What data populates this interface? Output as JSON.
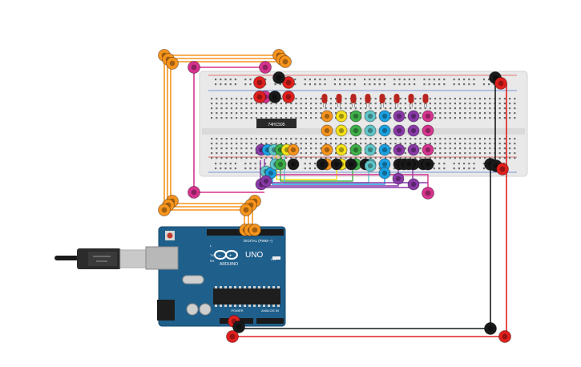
{
  "canvas": {
    "title": ""
  },
  "chip": {
    "label": "74HC595"
  },
  "arduino": {
    "brand": "ARDUINO",
    "model": "UNO",
    "digital_label": "DIGITAL (PWM ~)",
    "power_label": "POWER",
    "analog_label": "ANALOG IN",
    "tx_label": "TX",
    "rx_label": "RX",
    "l_label": "L",
    "on_label": "ON"
  },
  "colors": {
    "orange": "#f7941d",
    "magenta": "#d6338f",
    "red": "#e0201e",
    "black": "#1a1a1a",
    "yellow": "#f5e11b",
    "green": "#3fae49",
    "teal": "#5fc6c9",
    "blue": "#1ba1e2",
    "purple": "#8a3aa8",
    "board_blue": "#1f5f8b",
    "breadboard": "#e9e9e9"
  },
  "icons": {
    "usb": "usb-cable-icon",
    "infinity": "arduino-logo-icon"
  }
}
